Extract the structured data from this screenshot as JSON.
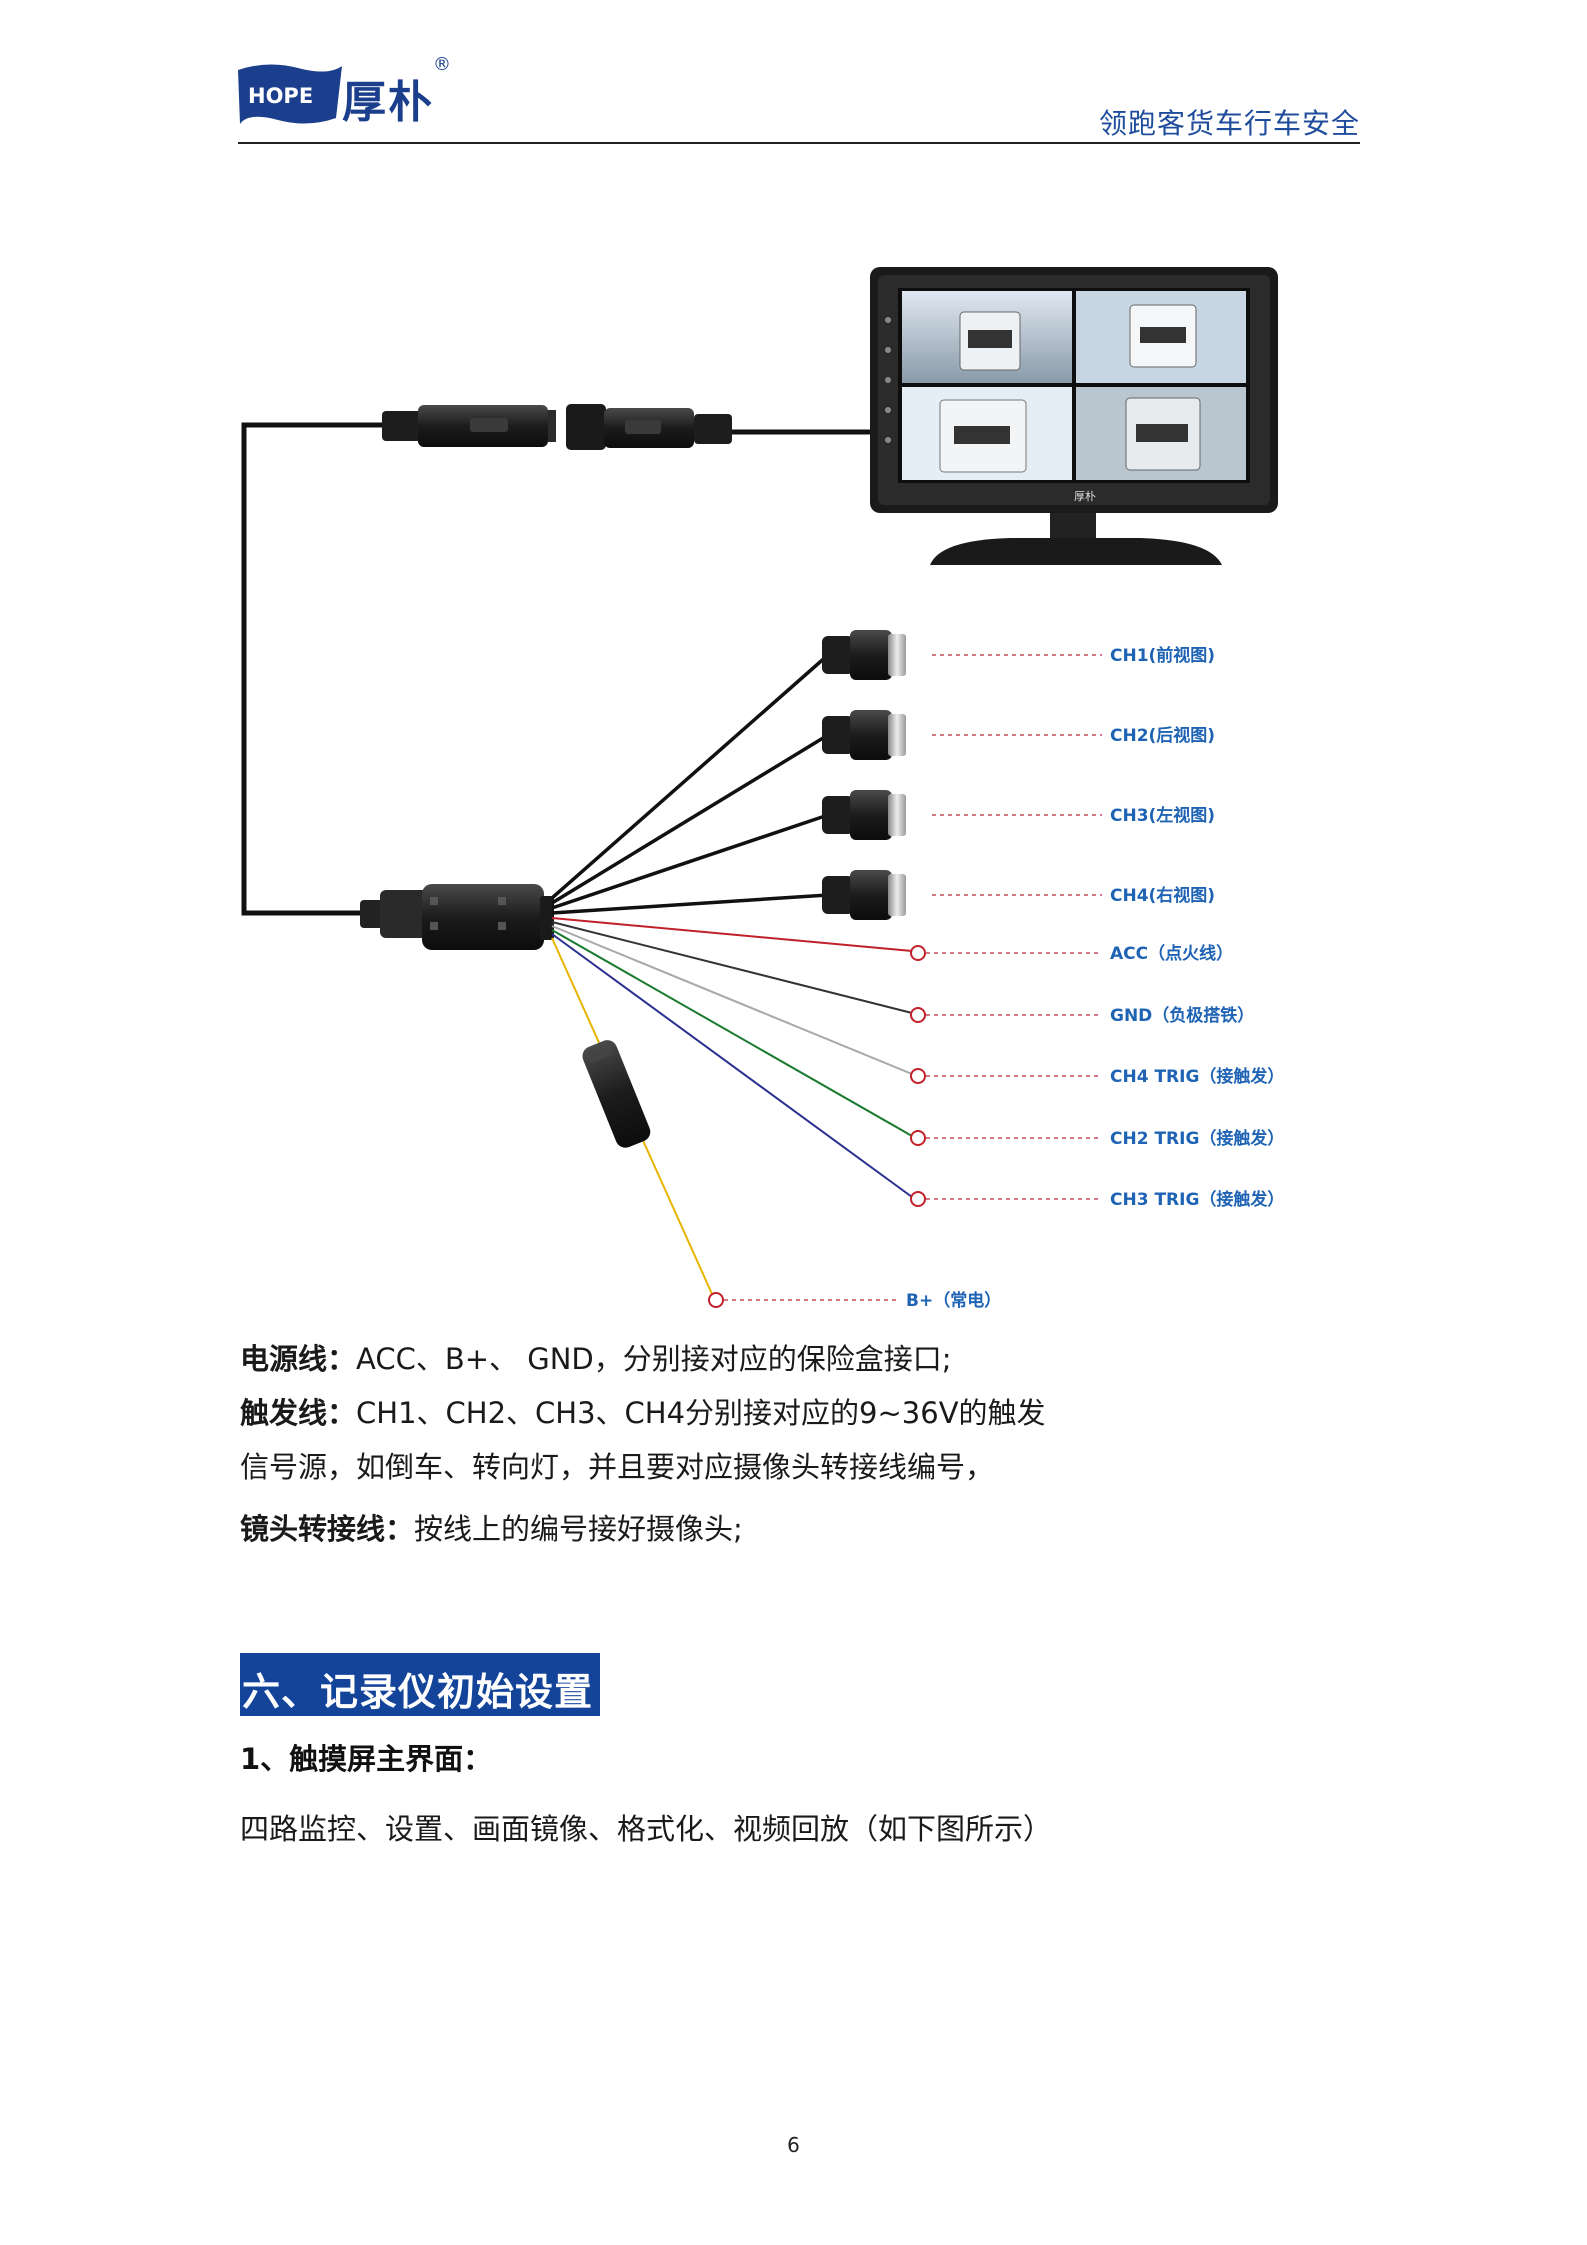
{
  "header": {
    "logo_en": "HOPE",
    "logo_cn": "厚朴",
    "logo_reg": "®",
    "slogan": "领跑客货车行车安全",
    "brand_color": "#1b3f8c"
  },
  "diagram": {
    "labels": {
      "ch1": "CH1(前视图)",
      "ch2": "CH2(后视图)",
      "ch3": "CH3(左视图)",
      "ch4": "CH4(右视图)",
      "acc": "ACC（点火线）",
      "gnd": "GND（负极搭铁）",
      "ch4_trig": "CH4 TRIG（接触发）",
      "ch2_trig": "CH2 TRIG（接触发）",
      "ch3_trig": "CH3 TRIG（接触发）",
      "bplus": "B+（常电）"
    },
    "monitor_brand": "厚朴",
    "wire_colors": {
      "acc": "#c2202a",
      "gnd": "#333333",
      "ch4_trig": "#a8a8a8",
      "ch2_trig": "#1a7a2e",
      "ch3_trig": "#2a2f8f",
      "bplus": "#e8b400"
    },
    "label_color": "#1f63b4"
  },
  "body": {
    "power_label": "电源线：",
    "power_text": "ACC、B+、 GND，分别接对应的保险盒接口;",
    "trigger_label": "触发线：",
    "trigger_text_1": "CH1、CH2、CH3、CH4分别接对应的9~36V的触发",
    "trigger_text_2": "信号源，如倒车、转向灯，并且要对应摄像头转接线编号，",
    "lens_label": "镜头转接线：",
    "lens_text": "按线上的编号接好摄像头;"
  },
  "section": {
    "title": "六、记录仪初始设置",
    "sub_heading": "1、触摸屏主界面：",
    "description": "四路监控、设置、画面镜像、格式化、视频回放（如下图所示）",
    "bar_color": "#13449a"
  },
  "footer": {
    "page_number": "6"
  }
}
